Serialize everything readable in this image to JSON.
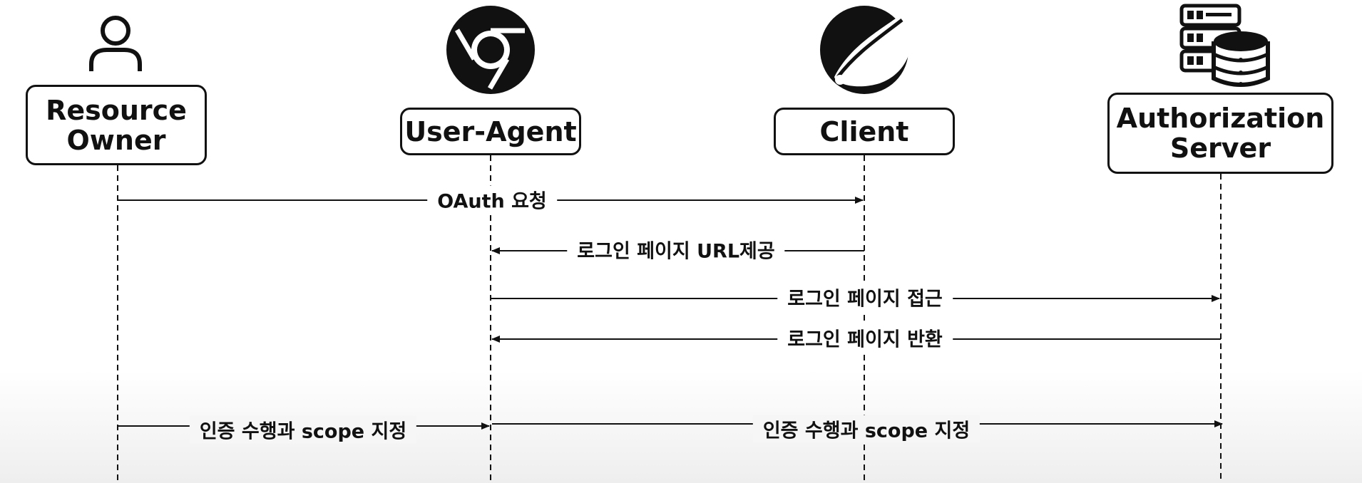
{
  "actors": [
    {
      "id": "resource-owner",
      "lines": [
        "Resource",
        "Owner"
      ],
      "icon": "user-icon"
    },
    {
      "id": "user-agent",
      "lines": [
        "User-Agent"
      ],
      "icon": "chrome-icon"
    },
    {
      "id": "client",
      "lines": [
        "Client"
      ],
      "icon": "spring-leaf-icon"
    },
    {
      "id": "authorization-server",
      "lines": [
        "Authorization",
        "Server"
      ],
      "icon": "server-database-icon"
    }
  ],
  "messages": [
    {
      "from": "resource-owner",
      "to": "client",
      "label": "OAuth 요청"
    },
    {
      "from": "client",
      "to": "user-agent",
      "label": "로그인 페이지 URL제공"
    },
    {
      "from": "user-agent",
      "to": "authorization-server",
      "label": "로그인 페이지 접근"
    },
    {
      "from": "authorization-server",
      "to": "user-agent",
      "label": "로그인 페이지 반환"
    },
    {
      "from": "resource-owner",
      "to": "user-agent",
      "label": "인증 수행과 scope 지정"
    },
    {
      "from": "user-agent",
      "to": "authorization-server",
      "label": "인증 수행과 scope 지정"
    }
  ],
  "colors": {
    "line": "#111111",
    "background": "#ffffff"
  }
}
